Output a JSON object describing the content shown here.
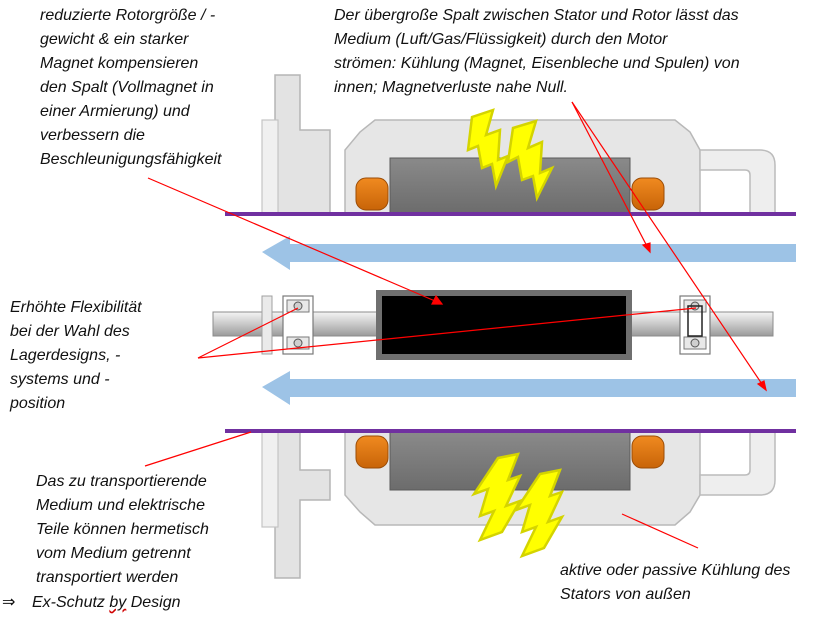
{
  "annotations": {
    "rotor_size": {
      "lines": [
        "reduzierte Rotorgröße / -",
        "gewicht & ein starker",
        "Magnet kompensieren",
        "den Spalt (Vollmagnet in",
        "einer Armierung) und",
        "verbessern die",
        "Beschleunigungsfähigkeit"
      ]
    },
    "gap": {
      "lines": [
        "Der übergroße Spalt zwischen Stator und Rotor lässt das",
        "Medium (Luft/Gas/Flüssigkeit) durch den Motor",
        "strömen: Kühlung (Magnet, Eisenbleche und Spulen) von",
        "innen; Magnetverluste nahe Null."
      ]
    },
    "bearing": {
      "lines": [
        "Erhöhte Flexibilität",
        "bei der Wahl des",
        "Lagerdesigns, -",
        "systems und -",
        "position"
      ]
    },
    "hermetic": {
      "lines": [
        "Das zu transportierende",
        "Medium und elektrische",
        "Teile können hermetisch",
        "vom Medium getrennt",
        "transportiert werden"
      ],
      "ex_symbol": "⇒",
      "ex_text_pre": "Ex-Schutz ",
      "ex_text_underlined": "by",
      "ex_text_post": " Design"
    },
    "cooling": {
      "lines": [
        "aktive oder passive Kühlung des",
        "Stators von außen"
      ]
    }
  },
  "colors": {
    "separator_line": "#7030a0",
    "flow_arrow": "#9dc3e6",
    "lightning": "#ffff00",
    "magnet": "#000000",
    "magnet_frame": "#6f6f6f",
    "coil": "#e07a10",
    "stator_core": "#7f7f7f",
    "annotation_line": "#ff0000",
    "housing": "#d9d9d9"
  }
}
